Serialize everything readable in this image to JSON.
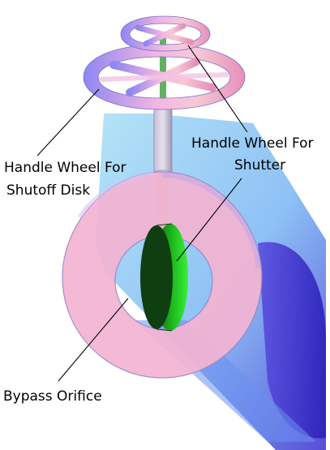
{
  "labels": {
    "shutoff_wheel_line1": "Handle Wheel For",
    "shutoff_wheel_line2": "Shutoff Disk",
    "shutter_wheel_line1": "Handle Wheel For",
    "shutter_wheel_line2": "Shutter",
    "bypass": "Bypass Orifice"
  },
  "colors": {
    "pipe_light": "#9fd8f2",
    "pipe_dark": "#3a2fd0",
    "disk": "#f6b6d4",
    "disk_rim": "#b69be0",
    "shutter_green": "#22d022",
    "shutter_dark": "#0a3d0a",
    "wheel_pink": "#f2b0e0",
    "wheel_blue": "#7f8cf0"
  }
}
